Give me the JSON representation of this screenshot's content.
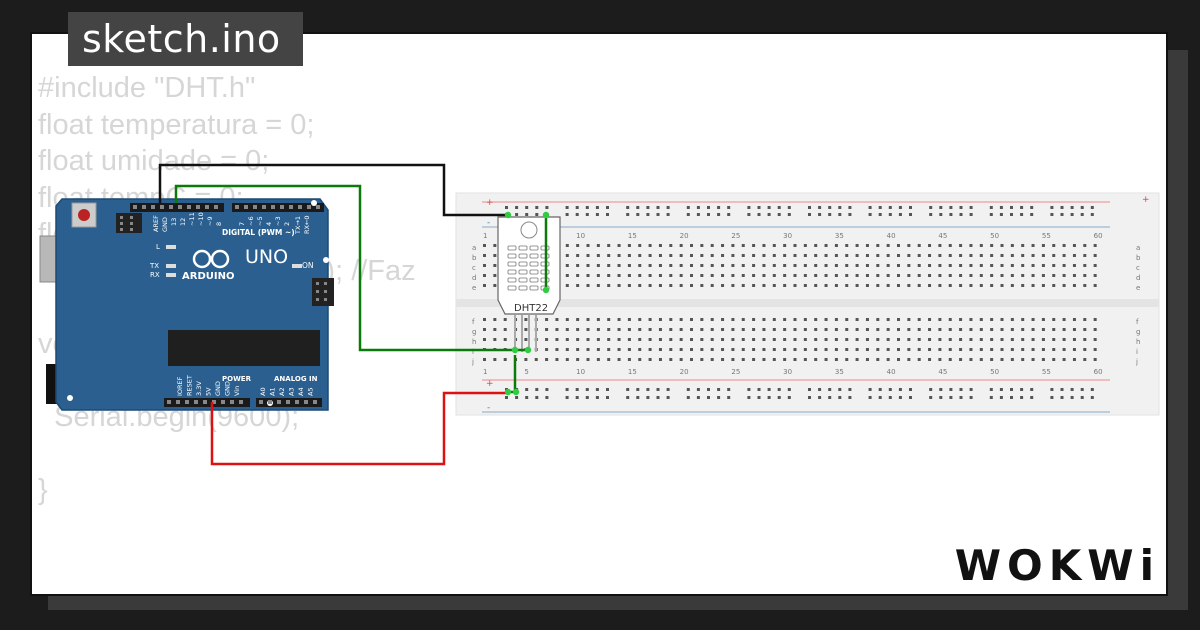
{
  "tab": {
    "title": "sketch.ino"
  },
  "code_lines": [
    "#include \"DHT.h\"",
    "float temperatura = 0;",
    "float umidade = 0;",
    "float tempC = 0;",
    "float umidade = 0;",
    "DHT dht(11, DHT22, 1); //Faz",
    "",
    "void setup() {",
    "",
    "  Serial.begin(9600);",
    "",
    "}"
  ],
  "brand": {
    "name": "WOKWi"
  },
  "arduino": {
    "model": "UNO",
    "brand": "ARDUINO",
    "digital_label": "DIGITAL (PWM ~)",
    "power_label": "POWER",
    "analog_label": "ANALOG IN",
    "on_label": "ON",
    "l_label": "L",
    "tx_label": "TX",
    "rx_label": "RX",
    "aref_label": "AREF",
    "gnd_label": "GND",
    "txrx_label": "TX→1",
    "rxtx_label": "RX←0",
    "power_pins": [
      "IOREF",
      "RESET",
      "3.3V",
      "5V",
      "GND",
      "GND",
      "Vin"
    ],
    "analog_pins": [
      "A0",
      "A1",
      "A2",
      "A3",
      "A4",
      "A5"
    ],
    "digital_pins": [
      "13",
      "12",
      "~11",
      "~10",
      "~9",
      "8",
      "7",
      "~6",
      "~5",
      "4",
      "~3",
      "2"
    ]
  },
  "sensor": {
    "name": "DHT22"
  },
  "breadboard": {
    "plus": "+",
    "minus": "-",
    "column_numbers": [
      "1",
      "5",
      "10",
      "15",
      "20",
      "25",
      "30",
      "35",
      "40",
      "45",
      "50",
      "55",
      "60"
    ],
    "rows_top": [
      "a",
      "b",
      "c",
      "d",
      "e"
    ],
    "rows_bottom": [
      "f",
      "g",
      "h",
      "i",
      "j"
    ]
  },
  "colors": {
    "wire_black": "#111111",
    "wire_green": "#0a7a0a",
    "wire_red": "#dd1111",
    "board_blue": "#2a5f8f",
    "breadboard": "#f2f2f2"
  }
}
